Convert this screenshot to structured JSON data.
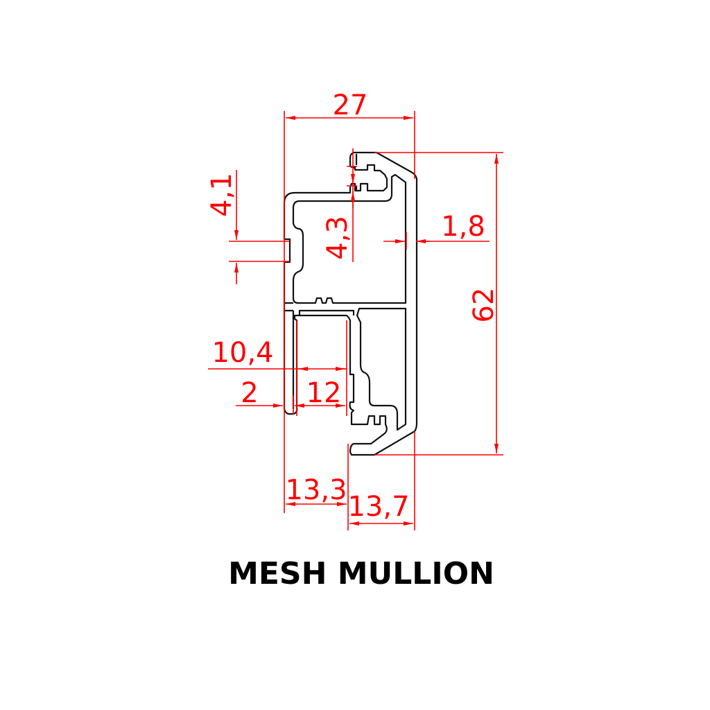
{
  "title": "MESH MULLION",
  "dimensions": {
    "overall_width": "27",
    "overall_height": "62",
    "wall_thickness": "1,8",
    "top_slot": "4,3",
    "side_slot": "4,1",
    "inner_width": "10,4",
    "lip": "2",
    "channel_width": "12",
    "left_section": "13,3",
    "right_section": "13,7"
  },
  "colors": {
    "dimension": "#ff0000",
    "profile": "#111111"
  }
}
